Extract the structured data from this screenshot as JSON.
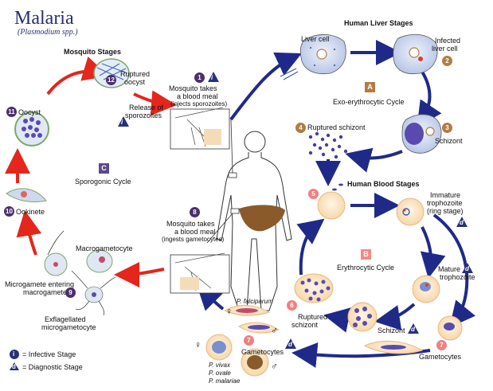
{
  "title": "Malaria",
  "subtitle": "(Plasmodium spp.)",
  "sections": {
    "mosquito": "Mosquito Stages",
    "liver": "Human Liver Stages",
    "blood": "Human Blood Stages"
  },
  "cycles": {
    "A": {
      "letter": "A",
      "label": "Exo-erythrocytic Cycle"
    },
    "B": {
      "letter": "B",
      "label": "Erythrocytic Cycle"
    },
    "C": {
      "letter": "C",
      "label": "Sporogonic Cycle"
    }
  },
  "steps": {
    "s1": {
      "num": "1",
      "label_1": "Mosquito takes",
      "label_2": "a blood meal",
      "label_3": "(injects sporozoites)"
    },
    "s2": {
      "num": "2",
      "label_1": "Infected",
      "label_2": "liver cell"
    },
    "s3": {
      "num": "3",
      "label": "Schizont"
    },
    "s4": {
      "num": "4",
      "label": "Ruptured schizont"
    },
    "s5": {
      "num": "5"
    },
    "s6": {
      "num": "6",
      "label_1": "Ruptured",
      "label_2": "schizont"
    },
    "s7": {
      "num": "7",
      "label": "Gametocytes"
    },
    "s8": {
      "num": "8",
      "label_1": "Mosquito takes",
      "label_2": "a blood meal",
      "label_3": "(ingests gametocytes)"
    },
    "s9": {
      "num": "9",
      "label_1": "Microgamete entering",
      "label_2": "macrogamete"
    },
    "s10": {
      "num": "10",
      "label": "Ookinete"
    },
    "s11": {
      "num": "11",
      "label": "Oocyst"
    },
    "s12": {
      "num": "12",
      "label_1": "Ruptured",
      "label_2": "oocyst"
    }
  },
  "labels": {
    "liver_cell": "Liver cell",
    "release_1": "Release of",
    "release_2": "sporozoites",
    "immature_1": "Immature",
    "immature_2": "trophozoite",
    "immature_3": "(ring stage)",
    "mature_1": "Mature",
    "mature_2": "trophozoite",
    "schizont": "Schizont",
    "macrogametocyte": "Macrogametocyte",
    "exflag_1": "Exflagellated",
    "exflag_2": "microgametocyte",
    "gametocytes": "Gametocytes",
    "p_falciparum": "P. falciparum",
    "p_vivax": "P. vivax",
    "p_ovale": "P. ovale",
    "p_malariae": "P. malariae",
    "female": "♀",
    "male": "♂"
  },
  "legend": {
    "infective_symbol": "i",
    "infective": "= Infective Stage",
    "diagnostic_symbol": "d",
    "diagnostic": "= Diagnostic Stage"
  },
  "colors": {
    "red_arrow": "#e4261c",
    "blue_arrow": "#1f2a88",
    "purple_badge": "#4a2f6e",
    "brown_badge": "#b07d45",
    "pink_badge": "#f08080",
    "cell_fill": "#fbe7c6",
    "liver": "#8a5a2b"
  }
}
